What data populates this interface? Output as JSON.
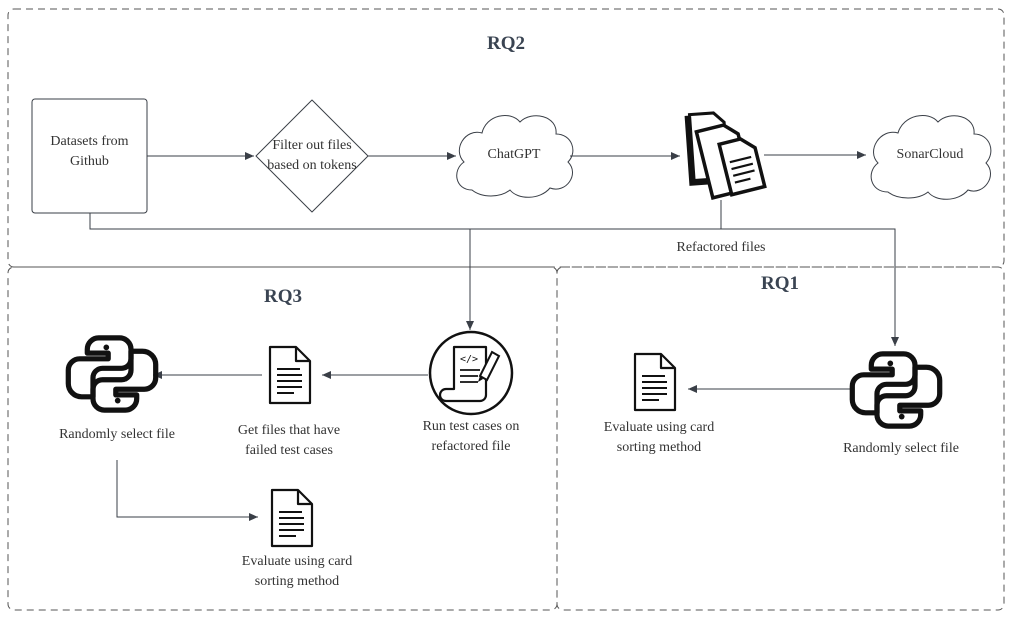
{
  "sections": {
    "rq2_title": "RQ2",
    "rq3_title": "RQ3",
    "rq1_title": "RQ1"
  },
  "nodes": {
    "datasets": "Datasets from Github",
    "filter": "Filter out files based on tokens",
    "chatgpt": "ChatGPT",
    "sonarcloud": "SonarCloud",
    "refactored_files": "Refactored files",
    "run_tests": "Run test cases on refactored file",
    "get_failed": "Get files that have failed test cases",
    "rq3_random_select": "Randomly select file",
    "rq3_evaluate": "Evaluate using card sorting method",
    "rq1_random_select": "Randomly select file",
    "rq1_evaluate": "Evaluate using card sorting method"
  },
  "icons": {
    "refactored": "stacked-documents-icon",
    "python": "python-logo-icon",
    "document": "document-icon",
    "test_script": "code-script-icon"
  },
  "colors": {
    "stroke": "#3a3f47",
    "dashed_border": "#555555",
    "title": "#3a4452"
  }
}
